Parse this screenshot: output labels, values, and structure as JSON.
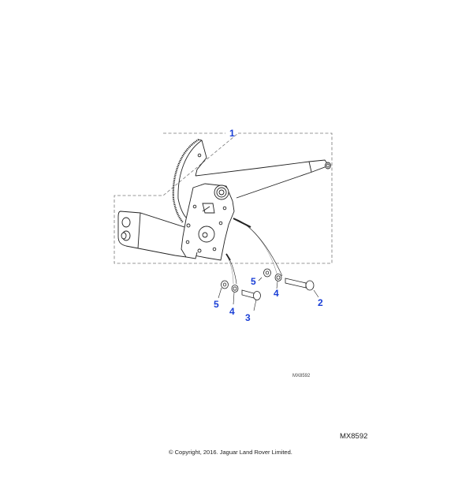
{
  "diagram": {
    "title_code_small": "MX8592",
    "title_code_large": "MX8592",
    "copyright": "© Copyright, 2016. Jaguar Land Rover Limited.",
    "accent_color": "#1a3fd6",
    "callouts": [
      {
        "id": "1",
        "label": "1",
        "part": "window-regulator-assembly"
      },
      {
        "id": "2",
        "label": "2",
        "part": "long-bolt"
      },
      {
        "id": "3",
        "label": "3",
        "part": "short-bolt"
      },
      {
        "id": "4a",
        "label": "4",
        "part": "lock-washer"
      },
      {
        "id": "4b",
        "label": "4",
        "part": "lock-washer"
      },
      {
        "id": "5a",
        "label": "5",
        "part": "flat-washer"
      },
      {
        "id": "5b",
        "label": "5",
        "part": "flat-washer"
      }
    ]
  }
}
